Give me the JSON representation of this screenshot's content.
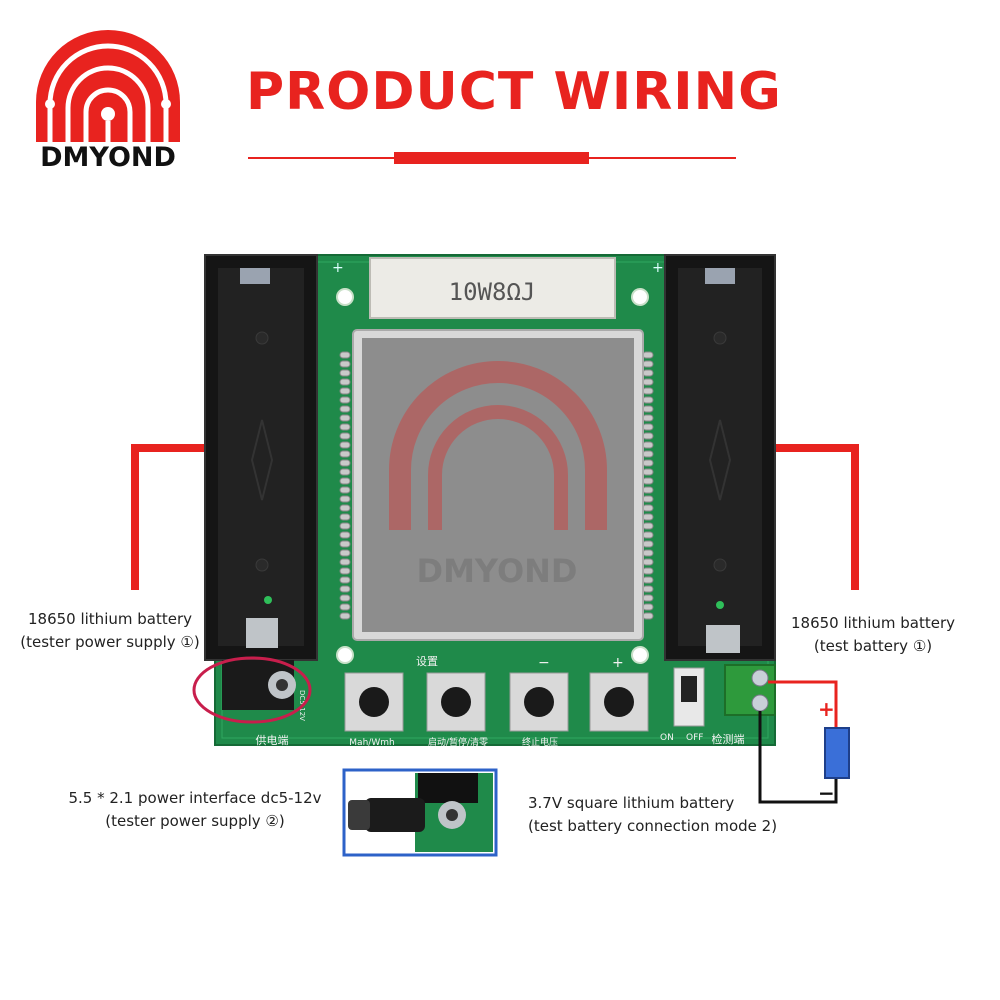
{
  "brand": {
    "name": "DMYOND",
    "watermark": "DMYOND",
    "color": "#e8231f"
  },
  "title": "PRODUCT WIRING",
  "board": {
    "resistor_marking": "10W8ΩJ",
    "button_labels": [
      "Mah/Wmh",
      "启动/暂停/清零",
      "终止电压"
    ],
    "button_top_labels": [
      "设置",
      "−",
      "+"
    ],
    "power_port_label": "供电端",
    "test_port_label": "检测端",
    "switch_labels": [
      "ON",
      "OFF"
    ],
    "dc_marking": "DC5-12V",
    "plus_marks": [
      "+",
      "+"
    ]
  },
  "labels": {
    "left_battery": {
      "line1": "18650 lithium battery",
      "line2": "(tester power supply ①)"
    },
    "right_battery": {
      "line1": "18650 lithium battery",
      "line2": "(test battery ①)"
    },
    "power_interface": {
      "line1": "5.5 * 2.1 power interface dc5-12v",
      "line2": "(tester power supply ②)"
    },
    "square_battery": {
      "line1": "3.7V square lithium battery",
      "line2": "(test battery connection mode 2)"
    }
  },
  "polarity": {
    "plus": "+",
    "minus": "−"
  },
  "icons": [
    "logo-arc-icon",
    "battery-icon",
    "button-icon",
    "toggle-switch-icon",
    "screw-terminal-icon",
    "dc-jack-icon"
  ]
}
